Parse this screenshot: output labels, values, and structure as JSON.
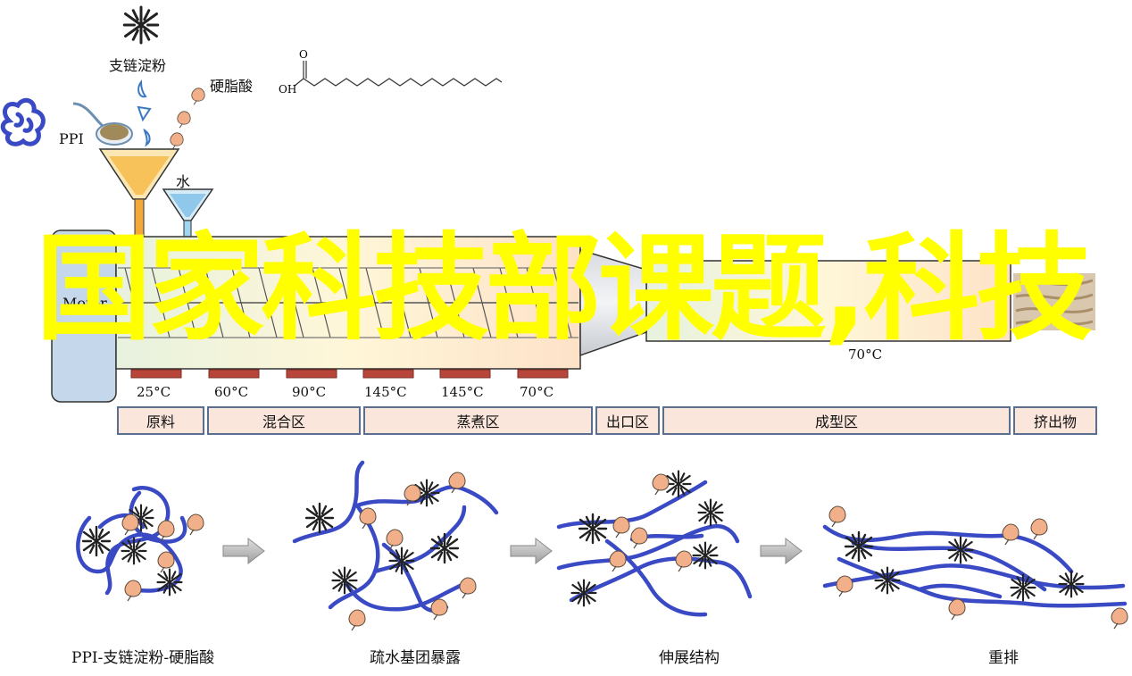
{
  "labels": {
    "starch": "支链淀粉",
    "stearic_acid": "硬脂酸",
    "ppi": "PPI",
    "water": "水",
    "motor": "Motor",
    "die_temp": "70°C",
    "molecule_oh": "OH",
    "molecule_o": "O"
  },
  "temperatures": [
    "25°C",
    "60°C",
    "90°C",
    "145°C",
    "145°C",
    "70°C"
  ],
  "zones": [
    "原料",
    "混合区",
    "蒸煮区",
    "出口区",
    "成型区",
    "挤出物"
  ],
  "overlay_text": "国家科技部课题,科技",
  "captions": [
    "PPI-支链淀粉-硬脂酸",
    "疏水基团暴露",
    "伸展结构",
    "重排"
  ],
  "colors": {
    "protein_chain": "#3a49c4",
    "droplet": "#f2b08a",
    "barrel": "#e9f3e0",
    "zone_fill": "#fbe6dc",
    "heater": "#b8453a",
    "overlay": "#ffff00"
  }
}
